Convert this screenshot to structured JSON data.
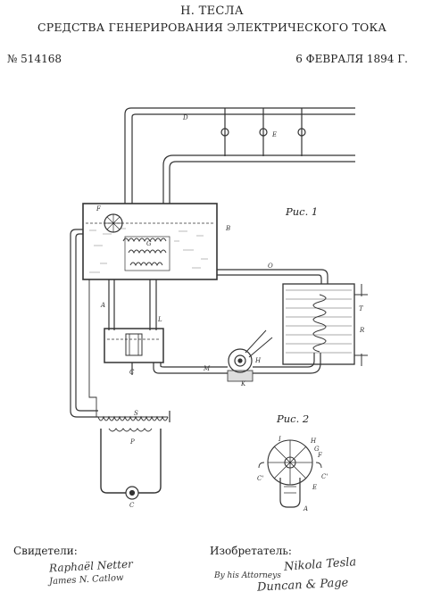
{
  "header": {
    "author": "Н. ТЕСЛА",
    "title": "СРЕДСТВА ГЕНЕРИРОВАНИЯ ЭЛЕКТРИЧЕСКОГО ТОКА",
    "patent_number": "№ 514168",
    "date": "6 ФЕВРАЛЯ 1894 Г."
  },
  "figures": {
    "fig1_caption": "Рис. 1",
    "fig2_caption": "Рис. 2",
    "fig1_labels": [
      "D",
      "E",
      "B",
      "F",
      "G",
      "A",
      "L",
      "C",
      "H",
      "K",
      "M",
      "O",
      "T",
      "R",
      "S",
      "P",
      "C"
    ],
    "fig2_labels": [
      "I",
      "H",
      "G",
      "F",
      "C'",
      "C'",
      "E",
      "A"
    ]
  },
  "signatures": {
    "witnesses_label": "Свидетели:",
    "inventor_label": "Изобретатель:",
    "witness_1": "Raphaël Netter",
    "witness_2": "James N. Catlow",
    "inventor_name": "Nikola Tesla",
    "attorneys_prefix": "By his Attorneys",
    "attorneys": "Duncan & Page"
  }
}
